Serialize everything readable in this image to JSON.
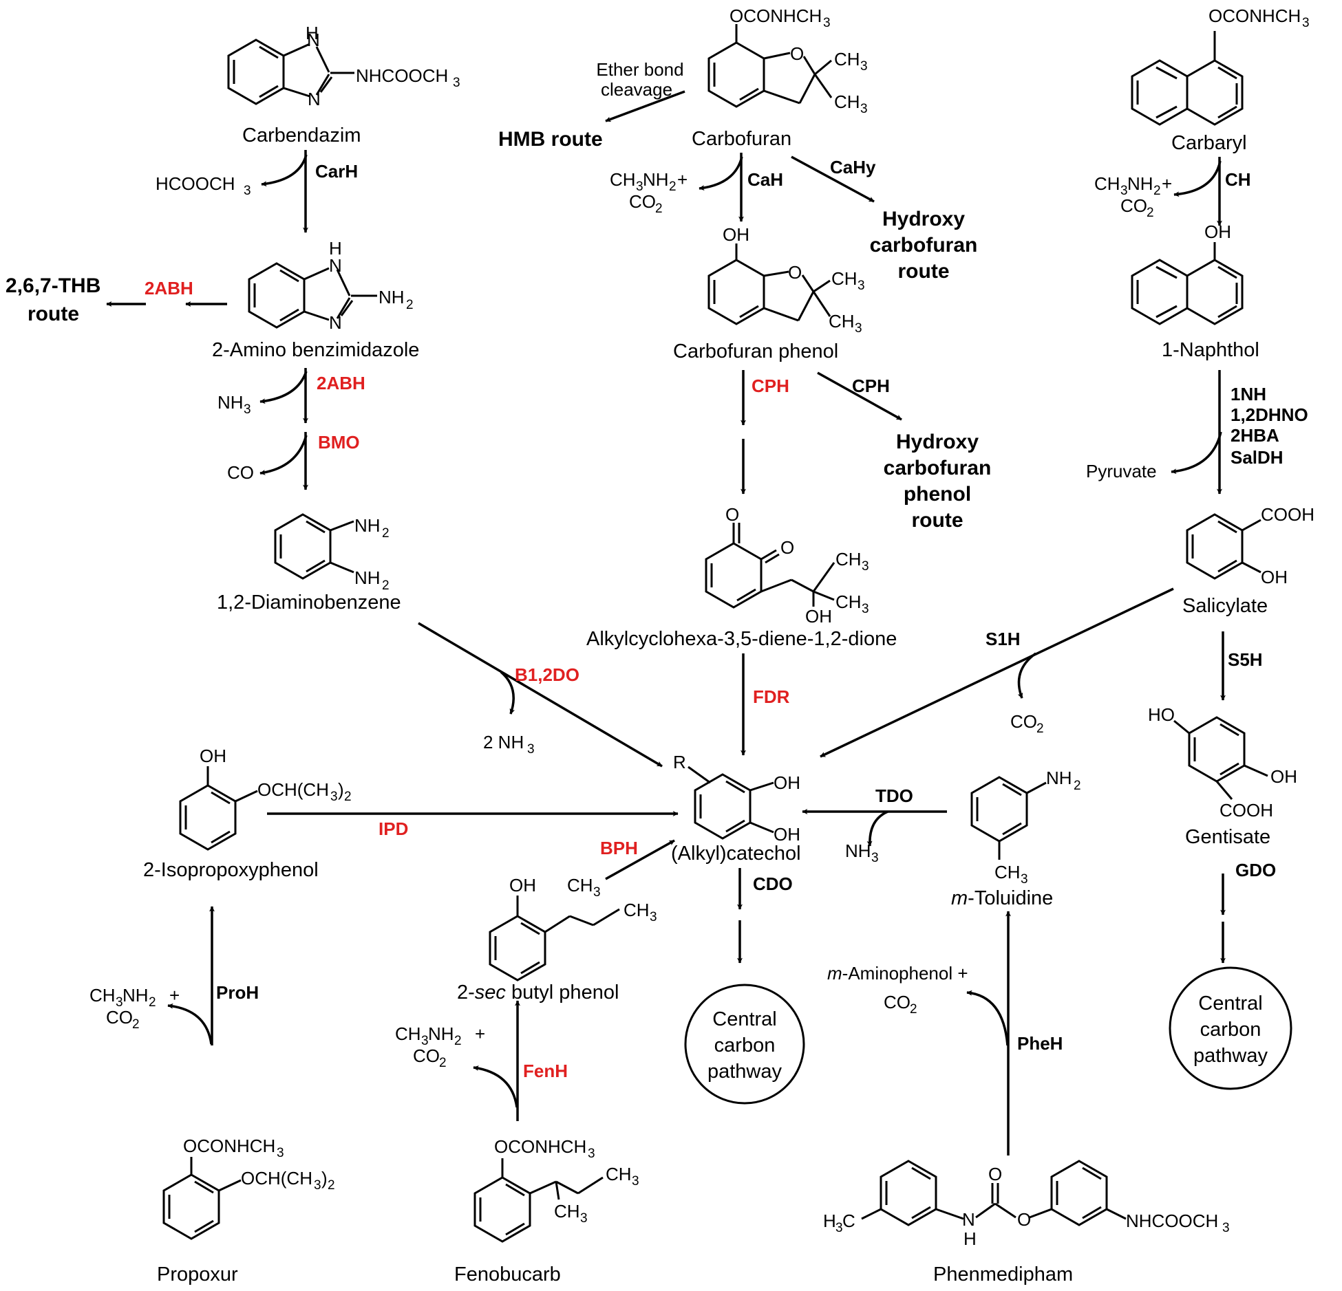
{
  "compounds": {
    "carbendazim": "Carbendazim",
    "amino_benzimidazole": "2-Amino benzimidazole",
    "diaminobenzene": "1,2-Diaminobenzene",
    "carbofuran": "Carbofuran",
    "carbofuran_phenol": "Carbofuran phenol",
    "alkylcyclohexadiene": "Alkylcyclohexa-3,5-diene-1,2-dione",
    "carbaryl": "Carbaryl",
    "naphthol": "1-Naphthol",
    "salicylate": "Salicylate",
    "gentisate": "Gentisate",
    "catechol": "(Alkyl)catechol",
    "isopropoxyphenol": "2-Isopropoxyphenol",
    "sec_butyl_phenol_pre": "2-",
    "sec_butyl_phenol_it": "sec",
    "sec_butyl_phenol_post": " butyl phenol",
    "toluidine_it": "m",
    "toluidine_post": "-Toluidine",
    "propoxur": "Propoxur",
    "fenobucarb": "Fenobucarb",
    "phenmedipham": "Phenmedipham"
  },
  "routes": {
    "hmb": "HMB route",
    "thb_1": "2,6,7-THB",
    "thb_2": "route",
    "hydroxy_cf_1": "Hydroxy",
    "hydroxy_cf_2": "carbofuran",
    "hydroxy_cf_3": "route",
    "hydroxy_cfp_1": "Hydroxy",
    "hydroxy_cfp_2": "carbofuran",
    "hydroxy_cfp_3": "phenol",
    "hydroxy_cfp_4": "route",
    "ether_1": "Ether bond",
    "ether_2": "cleavage"
  },
  "central": {
    "line1": "Central",
    "line2": "carbon",
    "line3": "pathway"
  },
  "enzymes": {
    "carH": "CarH",
    "abh_left": "2ABH",
    "abh_down": "2ABH",
    "bmo": "BMO",
    "b12do": "B1,2DO",
    "caH": "CaH",
    "caHy": "CaHy",
    "cph_red": "CPH",
    "cph_black": "CPH",
    "fdr": "FDR",
    "ch": "CH",
    "nh1": "1NH",
    "dhno": "1,2DHNO",
    "hba": "2HBA",
    "saldh": "SalDH",
    "s1h": "S1H",
    "s5h": "S5H",
    "gdo": "GDO",
    "cdo": "CDO",
    "ipd": "IPD",
    "bph": "BPH",
    "tdo": "TDO",
    "proH": "ProH",
    "fenH": "FenH",
    "pheH": "PheH"
  },
  "byproducts": {
    "hcooch3": "HCOOCH3",
    "nh3": "NH3",
    "co": "CO",
    "two_nh3": "2 NH3",
    "ch3nh2_plus": "CH3NH2 +",
    "co2": "CO2",
    "pyruvate": "Pyruvate",
    "aminophenol_it": "m",
    "aminophenol_post": "-Aminophenol +"
  },
  "colors": {
    "enzyme_red": "#e02020",
    "enzyme_black": "#000000",
    "line": "#000000"
  }
}
